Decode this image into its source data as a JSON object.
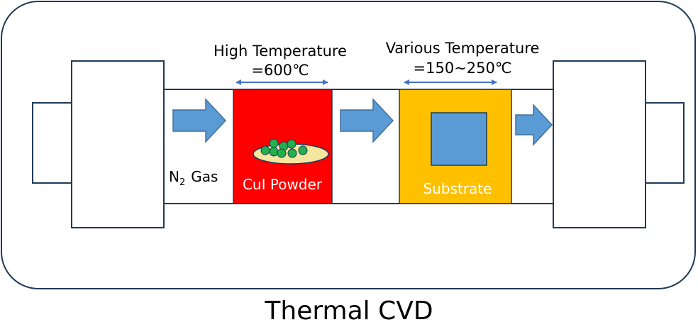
{
  "caption": "Thermal CVD",
  "labels": {
    "high_temp_line1": "High Temperature",
    "high_temp_line2": "=600℃",
    "various_temp_line1": "Various Temperature",
    "various_temp_line2": "=150~250℃",
    "gas_symbol": "N",
    "gas_subscript": "2",
    "gas_word": "Gas",
    "powder_label": "CuI Powder",
    "substrate_label": "Substrate"
  },
  "colors": {
    "outline": "#1f3b57",
    "arrow": "#5b9bd5",
    "powder_zone": "#ff0000",
    "substrate_zone": "#ffc000",
    "substrate": "#5b9bd5",
    "dish": "#f5e6a0",
    "particles": "#22b14c",
    "dimension_arrow": "#4472c4"
  }
}
